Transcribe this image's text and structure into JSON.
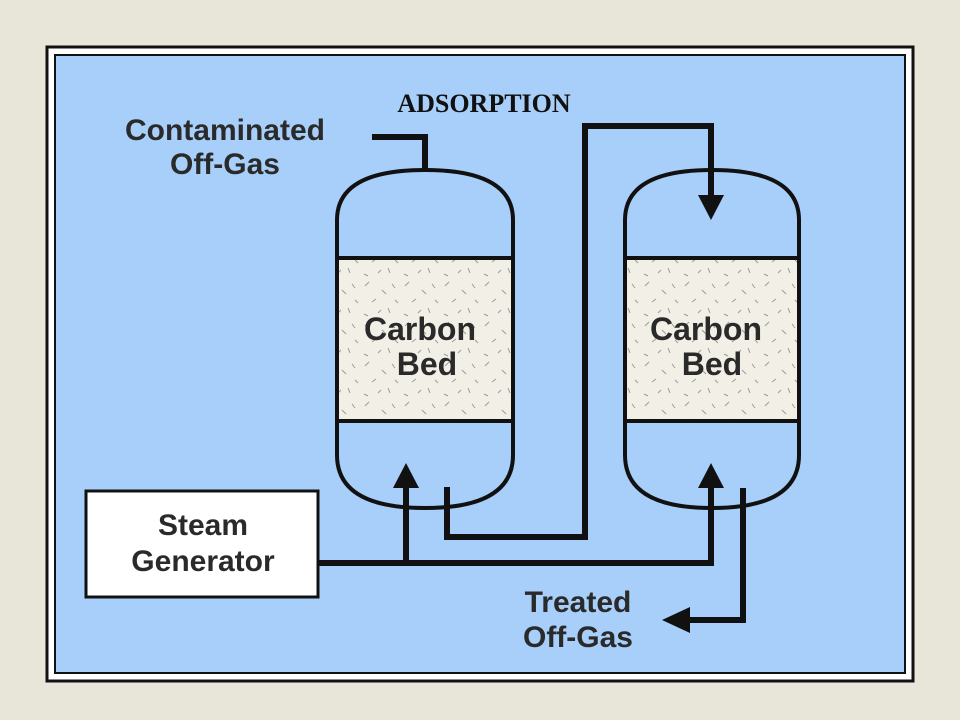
{
  "title": "ADSORPTION",
  "labels": {
    "inlet_line1": "Contaminated",
    "inlet_line2": "Off-Gas",
    "bed1_line1": "Carbon",
    "bed1_line2": "Bed",
    "bed2_line1": "Carbon",
    "bed2_line2": "Bed",
    "steam_line1": "Steam",
    "steam_line2": "Generator",
    "outlet_line1": "Treated",
    "outlet_line2": "Off-Gas"
  },
  "colors": {
    "page_background": "#e8e6d8",
    "panel_background": "#a7cffa",
    "frame": "#111111",
    "bed_fill": "#f2f0e6",
    "line": "#111111"
  }
}
